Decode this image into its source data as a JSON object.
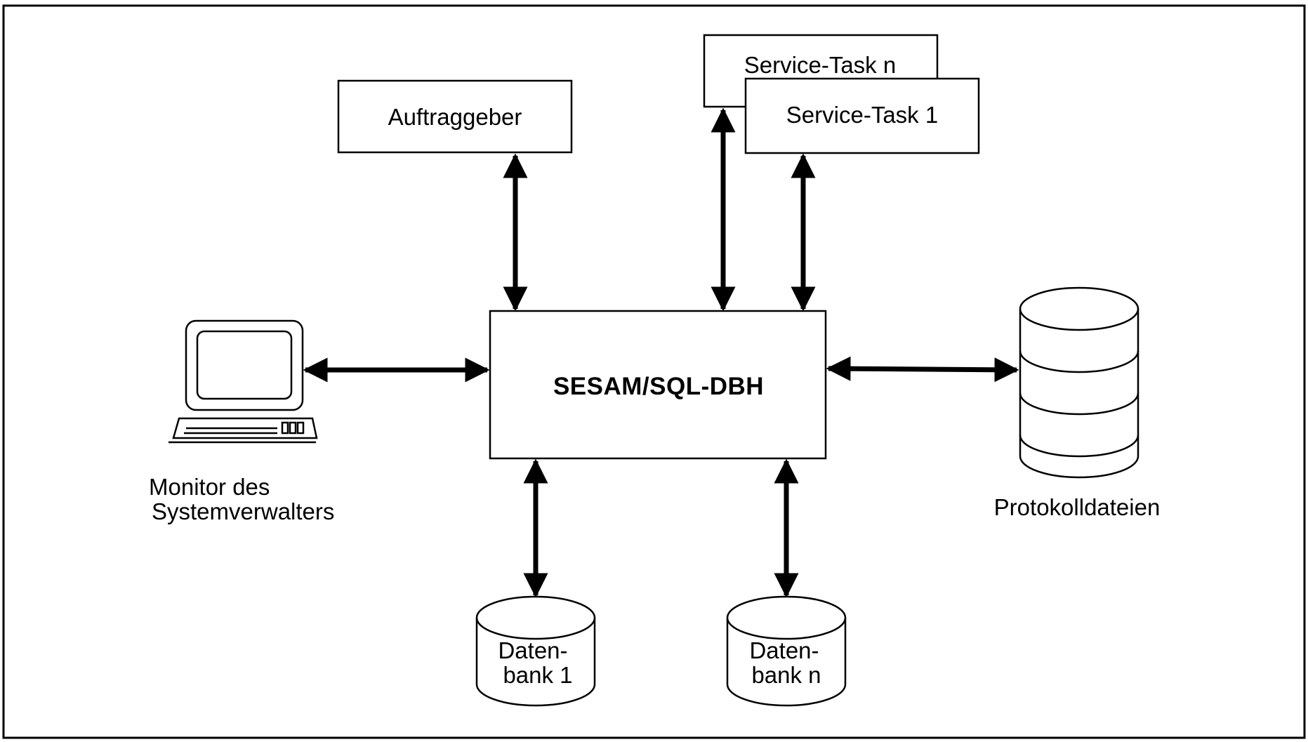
{
  "diagram": {
    "core": {
      "label": "SESAM/SQL-DBH"
    },
    "client": {
      "label": "Auftraggeber"
    },
    "service_task_n": {
      "label": "Service-Task n"
    },
    "service_task_1": {
      "label": "Service-Task 1"
    },
    "monitor": {
      "label_line1": "Monitor des",
      "label_line2": "Systemverwalters",
      "icon": "computer-monitor-icon"
    },
    "log_files": {
      "label": "Protokolldateien",
      "icon": "stacked-disk-icon"
    },
    "database_1": {
      "label_line1": "Daten-",
      "label_line2": "bank 1",
      "icon": "database-cylinder-icon"
    },
    "database_n": {
      "label_line1": "Daten-",
      "label_line2": "bank n",
      "icon": "database-cylinder-icon"
    },
    "arrow_style": "bidirectional",
    "colors": {
      "stroke": "#000000",
      "background": "#ffffff"
    }
  }
}
